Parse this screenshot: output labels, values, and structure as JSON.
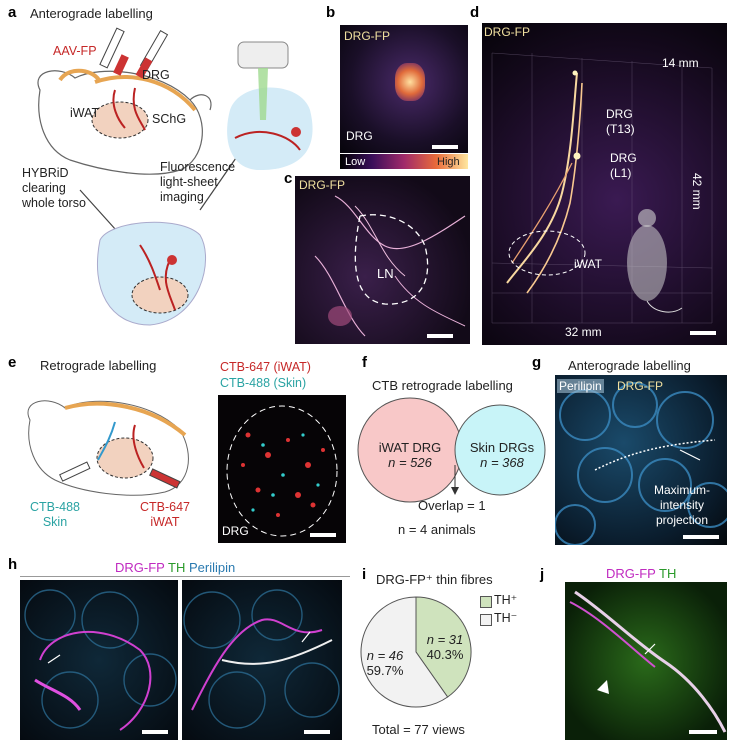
{
  "panels": {
    "a": {
      "label": "a",
      "title": "Anterograde labelling",
      "aav": "AAV-FP",
      "drg": "DRG",
      "iwat": "iWAT",
      "schg": "SChG",
      "step1": [
        "HYBRiD",
        "clearing",
        "whole torso"
      ],
      "step2": [
        "Fluorescence",
        "light-sheet",
        "imaging"
      ]
    },
    "b": {
      "label": "b",
      "channel": "DRG-FP",
      "tissue": "DRG",
      "cbar_low": "Low",
      "cbar_high": "High"
    },
    "c": {
      "label": "c",
      "channel": "DRG-FP",
      "ln": "LN"
    },
    "d": {
      "label": "d",
      "channel": "DRG-FP",
      "dim_top": "14 mm",
      "dim_right": "42 mm",
      "dim_bottom": "32 mm",
      "drg_t13": [
        "DRG",
        "(T13)"
      ],
      "drg_l1": [
        "DRG",
        "(L1)"
      ],
      "iwat": "iWAT"
    },
    "e": {
      "label": "e",
      "title": "Retrograde labelling",
      "legend_647": "CTB-647 (iWAT)",
      "legend_488": "CTB-488 (Skin)",
      "cap_488": [
        "CTB-488",
        "Skin"
      ],
      "cap_647": [
        "CTB-647",
        "iWAT"
      ],
      "tissue": "DRG"
    },
    "f": {
      "label": "f",
      "title": "CTB retrograde labelling",
      "left": {
        "name": "iWAT DRG",
        "n": "n = 526"
      },
      "right": {
        "name": "Skin DRGs",
        "n": "n = 368"
      },
      "overlap": "Overlap = 1",
      "animals": "n = 4 animals",
      "colors": {
        "left": "#f8c8c8",
        "right": "#c8f4f8"
      }
    },
    "g": {
      "label": "g",
      "title": "Anterograde labelling",
      "ch1": "Perilipin",
      "ch2": "DRG-FP",
      "note": [
        "Maximum-",
        "intensity",
        "projection"
      ]
    },
    "h": {
      "label": "h",
      "ch1": "DRG-FP",
      "ch2": "TH",
      "ch3": "Perilipin"
    },
    "i": {
      "label": "i",
      "title": "DRG-FP⁺ thin fibres",
      "legend_pos": "TH⁺",
      "legend_neg": "TH⁻",
      "total": "Total = 77 views",
      "slices": [
        {
          "name": "TH⁺",
          "n": "n = 31",
          "pct": "40.3%",
          "value": 31,
          "color": "#cfe3bd"
        },
        {
          "name": "TH⁻",
          "n": "n = 46",
          "pct": "59.7%",
          "value": 46,
          "color": "#f2f2f2"
        }
      ]
    },
    "j": {
      "label": "j",
      "ch1": "DRG-FP",
      "ch2": "TH"
    }
  },
  "chart_data": {
    "type": "pie",
    "values": [
      31,
      46
    ],
    "categories": [
      "TH⁺",
      "TH⁻"
    ],
    "title": "DRG-FP⁺ thin fibres"
  }
}
